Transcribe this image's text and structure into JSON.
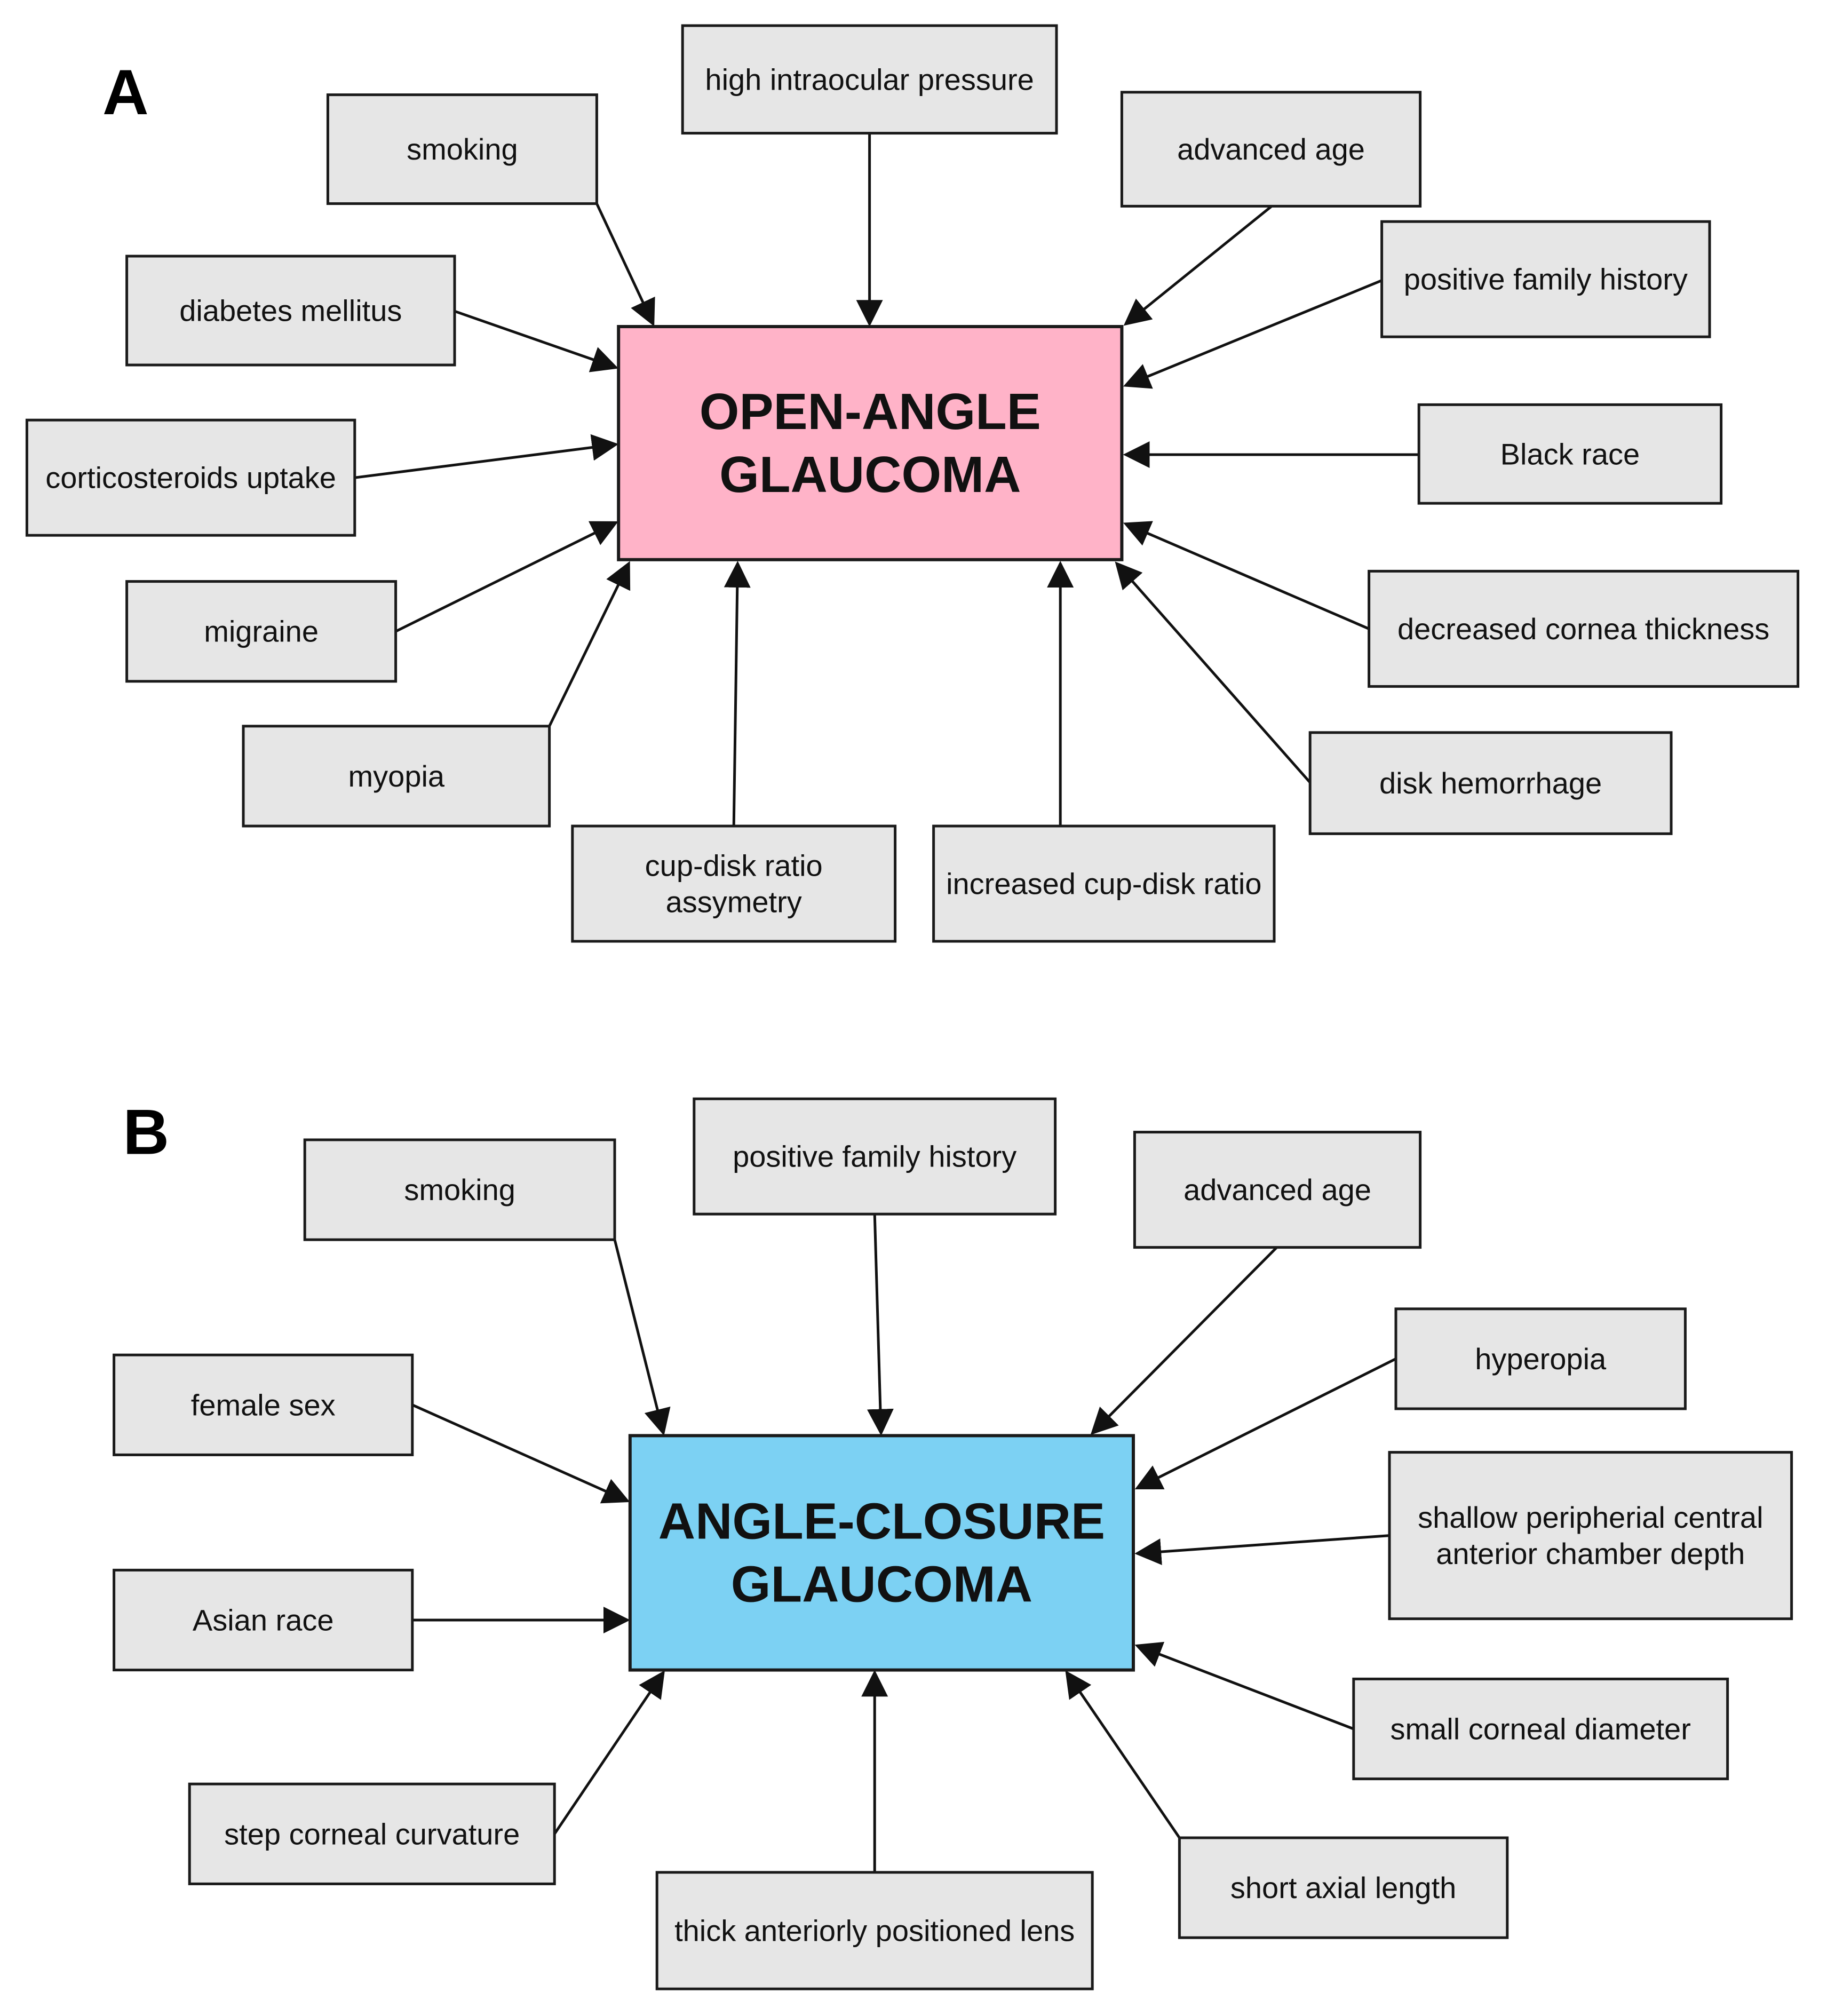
{
  "panels": [
    {
      "letter": "A",
      "center": {
        "lines": [
          "OPEN-ANGLE",
          "GLAUCOMA"
        ],
        "color": "#ffb3c8"
      },
      "factors": [
        {
          "id": "smoking",
          "lines": [
            "smoking"
          ]
        },
        {
          "id": "high-iop",
          "lines": [
            "high intraocular pressure"
          ]
        },
        {
          "id": "advanced-age",
          "lines": [
            "advanced age"
          ]
        },
        {
          "id": "family-history",
          "lines": [
            "positive family history"
          ]
        },
        {
          "id": "diabetes",
          "lines": [
            "diabetes mellitus"
          ]
        },
        {
          "id": "corticosteroids",
          "lines": [
            "corticosteroids uptake"
          ]
        },
        {
          "id": "black-race",
          "lines": [
            "Black race"
          ]
        },
        {
          "id": "migraine",
          "lines": [
            "migraine"
          ]
        },
        {
          "id": "cornea-thickness",
          "lines": [
            "decreased cornea thickness"
          ]
        },
        {
          "id": "myopia",
          "lines": [
            "myopia"
          ]
        },
        {
          "id": "disk-hemorrhage",
          "lines": [
            "disk hemorrhage"
          ]
        },
        {
          "id": "cup-disk-asymmetry",
          "lines": [
            "cup-disk ratio",
            "assymetry"
          ]
        },
        {
          "id": "increased-cup-disk",
          "lines": [
            "increased cup-disk ratio"
          ]
        }
      ]
    },
    {
      "letter": "B",
      "center": {
        "lines": [
          "ANGLE-CLOSURE",
          "GLAUCOMA"
        ],
        "color": "#7cd1f3"
      },
      "factors": [
        {
          "id": "smoking",
          "lines": [
            "smoking"
          ]
        },
        {
          "id": "family-history",
          "lines": [
            "positive family history"
          ]
        },
        {
          "id": "advanced-age",
          "lines": [
            "advanced age"
          ]
        },
        {
          "id": "female-sex",
          "lines": [
            "female sex"
          ]
        },
        {
          "id": "hyperopia",
          "lines": [
            "hyperopia"
          ]
        },
        {
          "id": "shallow-chamber",
          "lines": [
            "shallow peripherial central",
            "anterior chamber depth"
          ]
        },
        {
          "id": "asian-race",
          "lines": [
            "Asian race"
          ]
        },
        {
          "id": "small-corneal-diameter",
          "lines": [
            "small corneal diameter"
          ]
        },
        {
          "id": "step-corneal-curvature",
          "lines": [
            "step corneal curvature"
          ]
        },
        {
          "id": "short-axial-length",
          "lines": [
            "short axial length"
          ]
        },
        {
          "id": "thick-lens",
          "lines": [
            "thick anteriorly positioned lens"
          ]
        }
      ]
    }
  ]
}
